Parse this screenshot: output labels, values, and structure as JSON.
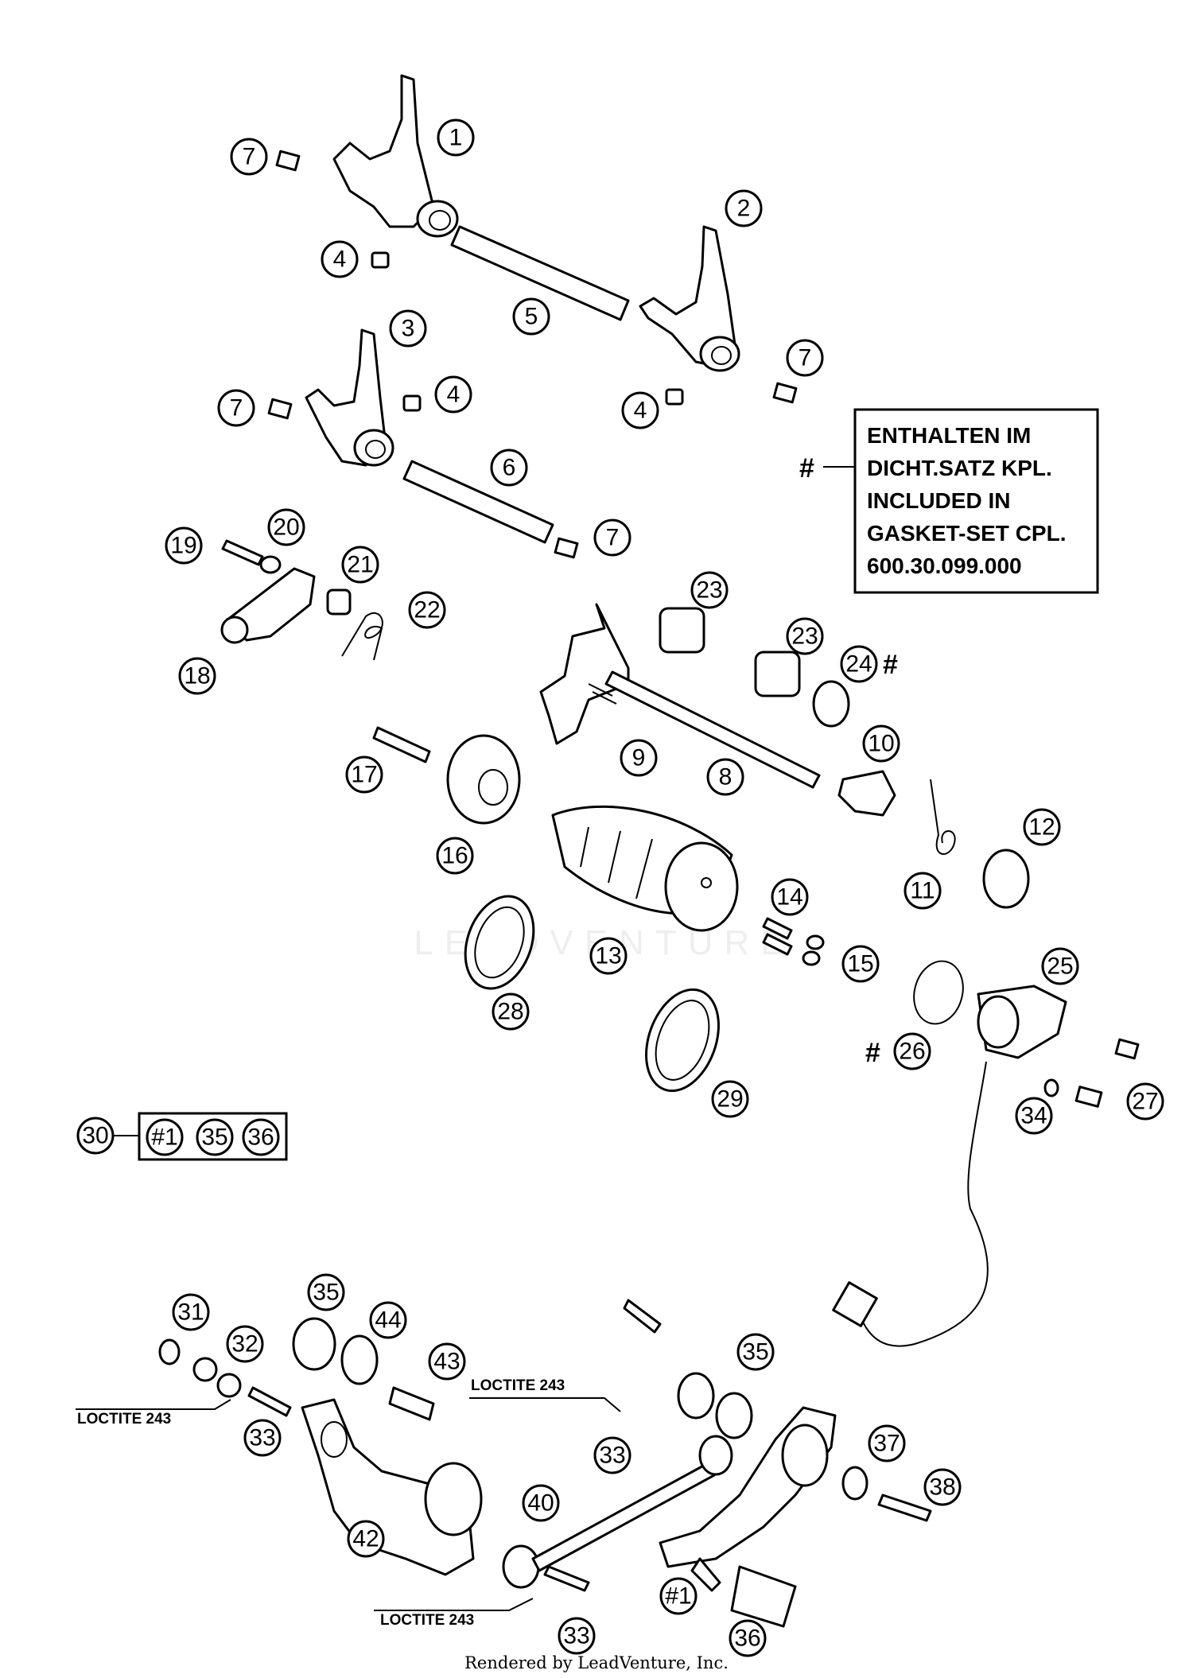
{
  "diagram": {
    "callouts": [
      {
        "id": "c1",
        "label": "1"
      },
      {
        "id": "c2",
        "label": "2"
      },
      {
        "id": "c3",
        "label": "3"
      },
      {
        "id": "c4a",
        "label": "4"
      },
      {
        "id": "c4b",
        "label": "4"
      },
      {
        "id": "c4c",
        "label": "4"
      },
      {
        "id": "c5",
        "label": "5"
      },
      {
        "id": "c6",
        "label": "6"
      },
      {
        "id": "c7a",
        "label": "7"
      },
      {
        "id": "c7b",
        "label": "7"
      },
      {
        "id": "c7c",
        "label": "7"
      },
      {
        "id": "c7d",
        "label": "7"
      },
      {
        "id": "c8",
        "label": "8"
      },
      {
        "id": "c9",
        "label": "9"
      },
      {
        "id": "c10",
        "label": "10"
      },
      {
        "id": "c11",
        "label": "11"
      },
      {
        "id": "c12",
        "label": "12"
      },
      {
        "id": "c13",
        "label": "13"
      },
      {
        "id": "c14",
        "label": "14"
      },
      {
        "id": "c15",
        "label": "15"
      },
      {
        "id": "c16",
        "label": "16"
      },
      {
        "id": "c17",
        "label": "17"
      },
      {
        "id": "c18",
        "label": "18"
      },
      {
        "id": "c19",
        "label": "19"
      },
      {
        "id": "c20",
        "label": "20"
      },
      {
        "id": "c21",
        "label": "21"
      },
      {
        "id": "c22",
        "label": "22"
      },
      {
        "id": "c23a",
        "label": "23"
      },
      {
        "id": "c23b",
        "label": "23"
      },
      {
        "id": "c24",
        "label": "24"
      },
      {
        "id": "c25",
        "label": "25"
      },
      {
        "id": "c26",
        "label": "26"
      },
      {
        "id": "c27",
        "label": "27"
      },
      {
        "id": "c28",
        "label": "28"
      },
      {
        "id": "c29",
        "label": "29"
      },
      {
        "id": "c30",
        "label": "30"
      },
      {
        "id": "k1",
        "label": "#1"
      },
      {
        "id": "k35",
        "label": "35"
      },
      {
        "id": "k36",
        "label": "36"
      },
      {
        "id": "c31",
        "label": "31"
      },
      {
        "id": "c32",
        "label": "32"
      },
      {
        "id": "c33a",
        "label": "33"
      },
      {
        "id": "c33b",
        "label": "33"
      },
      {
        "id": "c33c",
        "label": "33"
      },
      {
        "id": "c34",
        "label": "34"
      },
      {
        "id": "c35a",
        "label": "35"
      },
      {
        "id": "c35b",
        "label": "35"
      },
      {
        "id": "c36",
        "label": "36"
      },
      {
        "id": "c37",
        "label": "37"
      },
      {
        "id": "c38",
        "label": "38"
      },
      {
        "id": "c40",
        "label": "40"
      },
      {
        "id": "c42",
        "label": "42"
      },
      {
        "id": "c43",
        "label": "43"
      },
      {
        "id": "c44",
        "label": "44"
      },
      {
        "id": "c1b",
        "label": "#1"
      }
    ],
    "hash_marks": [
      "#",
      "#",
      "#"
    ],
    "note_box": {
      "lines": [
        "ENTHALTEN IM",
        "DICHT.SATZ KPL.",
        "INCLUDED IN",
        "GASKET-SET CPL.",
        "600.30.099.000"
      ]
    },
    "loctite_labels": [
      "LOCTITE 243",
      "LOCTITE 243",
      "LOCTITE 243"
    ],
    "watermark": "LEADVENTURE",
    "footer": "Rendered by LeadVenture, Inc."
  }
}
